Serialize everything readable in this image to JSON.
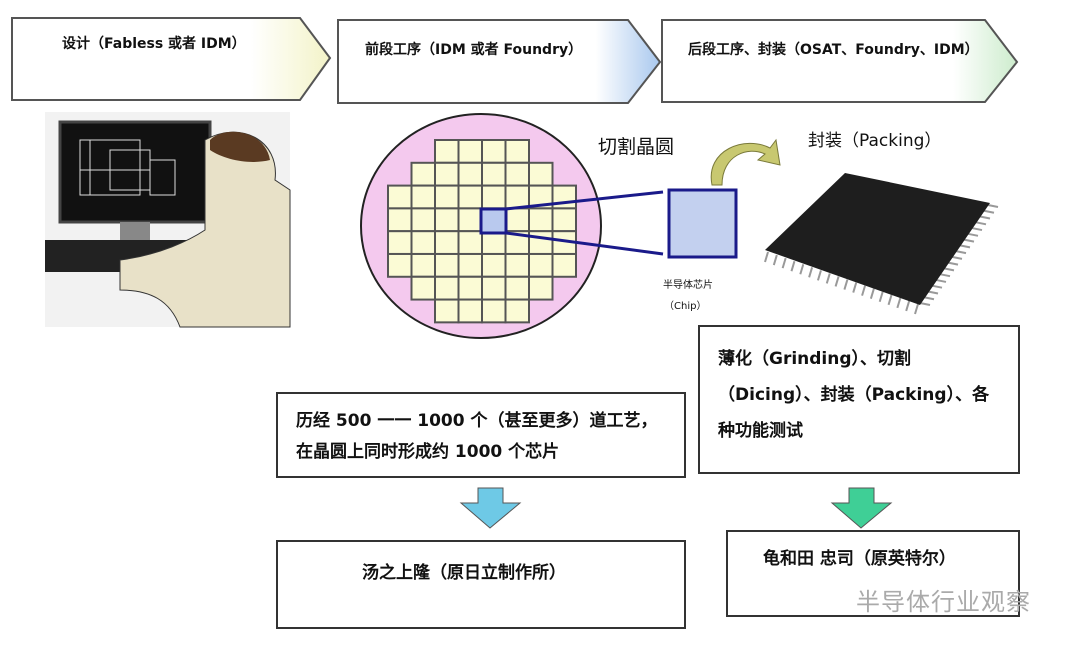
{
  "stages": [
    {
      "label": "设计（Fabless 或者 IDM）",
      "tip_color": "#f3f3c8"
    },
    {
      "label": "前段工序（IDM 或者 Foundry）",
      "tip_color": "#a9c8ee"
    },
    {
      "label": "后段工序、封装（OSAT、Foundry、IDM）",
      "tip_color": "#cdeccd"
    }
  ],
  "labels": {
    "dicing_wafer": "切割晶圆",
    "chip_cn": "半导体芯片",
    "chip_en": "（Chip）",
    "packing": "封装（Packing）"
  },
  "boxes": {
    "front_process": "历经 500 一一 1000 个（甚至更多）道工艺，在晶圆上同时形成约 1000 个芯片",
    "back_process": "薄化（Grinding）、切割（Dicing）、封装（Packing）、各种功能测试",
    "front_expert": "汤之上隆（原日立制作所）",
    "back_expert": "龟和田 忠司（原英特尔）"
  },
  "arrows": {
    "front_color": "#6ec9e6",
    "back_color": "#3fcf96"
  },
  "watermark": "半导体行业观察"
}
